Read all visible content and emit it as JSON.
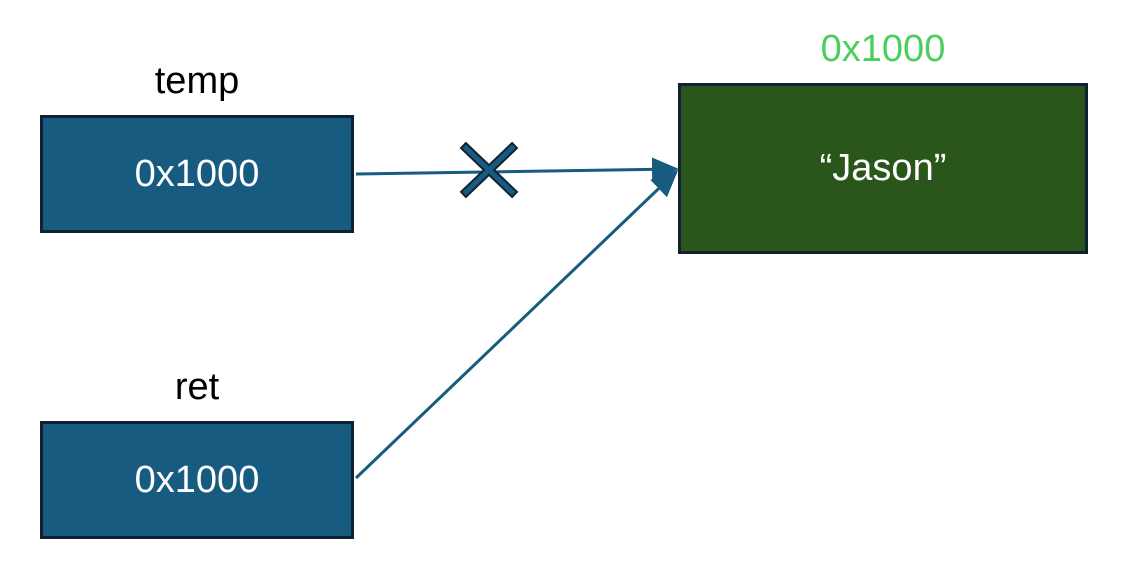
{
  "variables": {
    "temp": {
      "name": "temp",
      "value": "0x1000"
    },
    "ret": {
      "name": "ret",
      "value": "0x1000"
    }
  },
  "object": {
    "address": "0x1000",
    "value": "“Jason”"
  },
  "colors": {
    "variable_box": "#175b81",
    "object_box": "#2a561b",
    "address_label": "#4ccf5a",
    "arrow": "#175b81",
    "cross_mark": "#175b81"
  },
  "icons": {
    "cross": "x-mark-icon"
  }
}
